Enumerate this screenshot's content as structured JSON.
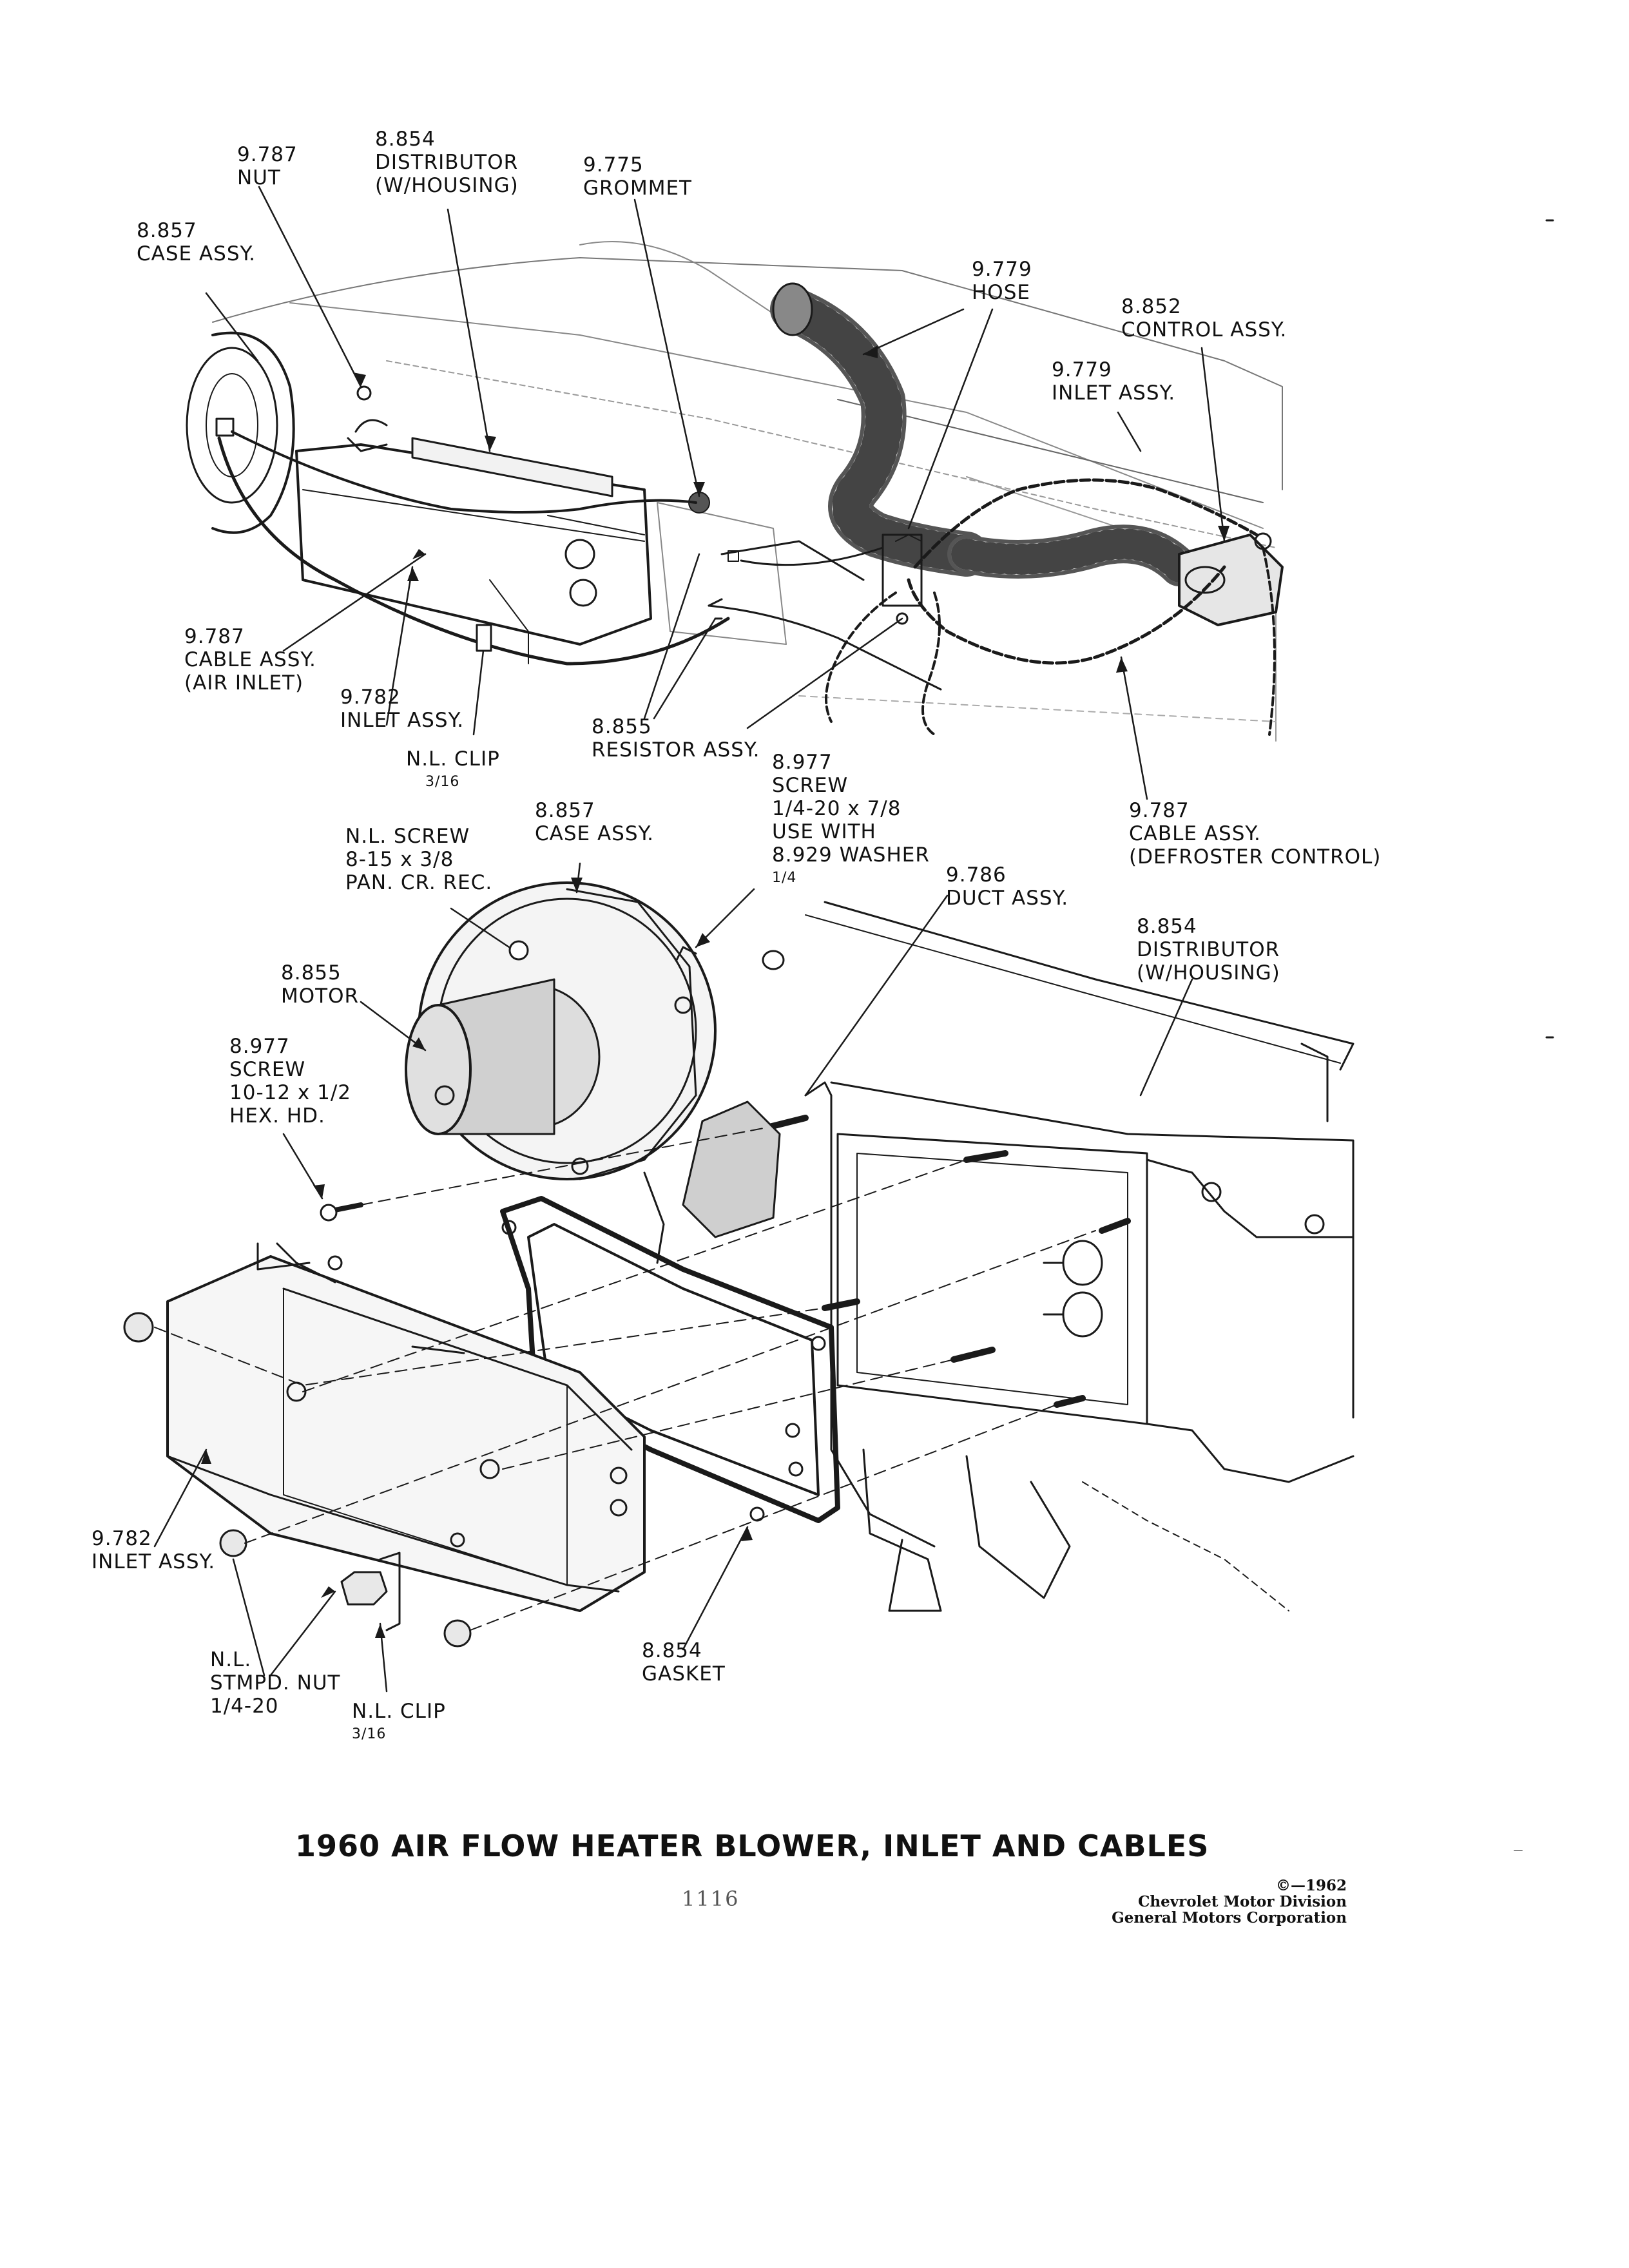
{
  "caption": "1960 AIR FLOW HEATER BLOWER, INLET AND CABLES",
  "page_number": "1116",
  "copyright": {
    "line1": "©—1962",
    "line2": "Chevrolet Motor Division",
    "line3": "General Motors Corporation"
  },
  "labels": {
    "nut_top": [
      "9.787",
      "NUT"
    ],
    "distributor_top": [
      "8.854",
      "DISTRIBUTOR",
      "(W/HOUSING)"
    ],
    "grommet": [
      "9.775",
      "GROMMET"
    ],
    "case_top": [
      "8.857",
      "CASE ASSY."
    ],
    "hose": [
      "9.779",
      "HOSE"
    ],
    "control": [
      "8.852",
      "CONTROL ASSY."
    ],
    "inlet_upper_right": [
      "9.779",
      "INLET ASSY."
    ],
    "cable_air": [
      "9.787",
      "CABLE ASSY.",
      "(AIR INLET)"
    ],
    "inlet_top": [
      "9.782",
      "INLET ASSY."
    ],
    "clip_top": [
      "N.L. CLIP",
      "3/16"
    ],
    "resistor": [
      "8.855",
      "RESISTOR ASSY."
    ],
    "screw_washer": [
      "8.977",
      "SCREW",
      "1/4-20 x 7/8",
      "USE WITH",
      "8.929 WASHER",
      "1/4"
    ],
    "cable_defroster": [
      "9.787",
      "CABLE ASSY.",
      "(DEFROSTER CONTROL)"
    ],
    "case_mid": [
      "8.857",
      "CASE ASSY."
    ],
    "nl_screw": [
      "N.L. SCREW",
      "8-15 x 3/8",
      "PAN. CR. REC."
    ],
    "duct": [
      "9.786",
      "DUCT ASSY."
    ],
    "distributor_mid": [
      "8.854",
      "DISTRIBUTOR",
      "(W/HOUSING)"
    ],
    "motor": [
      "8.855",
      "MOTOR"
    ],
    "hex_screw": [
      "8.977",
      "SCREW",
      "10-12 x 1/2",
      "HEX. HD."
    ],
    "inlet_lower": [
      "9.782",
      "INLET ASSY."
    ],
    "stmpd_nut": [
      "N.L.",
      "STMPD. NUT",
      "1/4-20"
    ],
    "clip_lower": [
      "N.L. CLIP",
      "3/16"
    ],
    "gasket": [
      "8.854",
      "GASKET"
    ]
  }
}
